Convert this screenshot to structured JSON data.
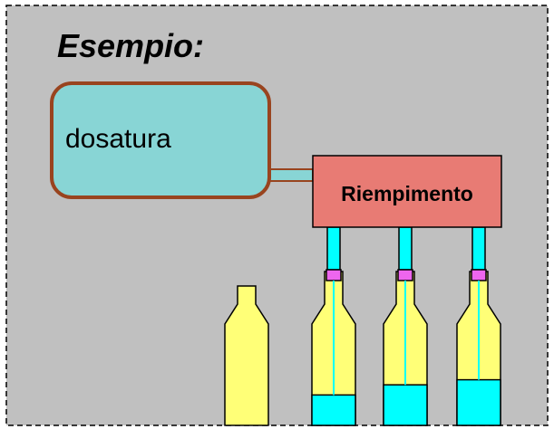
{
  "title": "Esempio:",
  "dosatura_label": "dosatura",
  "riempimento_label": "Riempimento",
  "colors": {
    "background": "#c0c0c0",
    "dosatura_fill": "#88d5d5",
    "dosatura_stroke": "#99441f",
    "riempimento_fill": "#e87b74",
    "bottle_fill": "#ffff77",
    "liquid": "#00ffff",
    "nozzle": "#00ffff",
    "valve": "#ee66ee"
  },
  "bottles": [
    {
      "id": "empty",
      "fill_level": 0.0,
      "has_nozzle": false
    },
    {
      "id": "b1",
      "fill_level": 0.3,
      "has_nozzle": true
    },
    {
      "id": "b2",
      "fill_level": 0.4,
      "has_nozzle": true
    },
    {
      "id": "b3",
      "fill_level": 0.45,
      "has_nozzle": true
    }
  ]
}
